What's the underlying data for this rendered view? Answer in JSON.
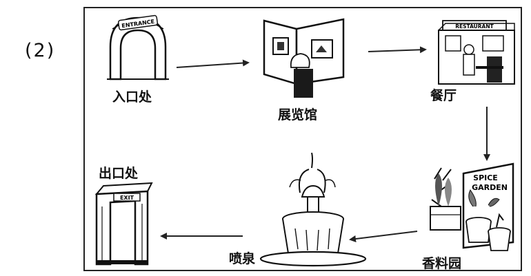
{
  "question_number": "(2)",
  "route": {
    "stops": [
      {
        "id": "entrance",
        "label": "入口处",
        "sign": "ENTRANCE"
      },
      {
        "id": "exhibition",
        "label": "展览馆"
      },
      {
        "id": "restaurant",
        "label": "餐厅",
        "sign": "RESTAURANT"
      },
      {
        "id": "spice_garden",
        "label": "香料园",
        "sign_line1": "SPICE",
        "sign_line2": "GARDEN"
      },
      {
        "id": "fountain",
        "label": "喷泉"
      },
      {
        "id": "exit",
        "label": "出口处",
        "sign": "EXIT"
      }
    ],
    "arrows": [
      {
        "from": "entrance",
        "to": "exhibition"
      },
      {
        "from": "exhibition",
        "to": "restaurant"
      },
      {
        "from": "restaurant",
        "to": "spice_garden"
      },
      {
        "from": "spice_garden",
        "to": "fountain"
      },
      {
        "from": "fountain",
        "to": "exit"
      }
    ]
  }
}
